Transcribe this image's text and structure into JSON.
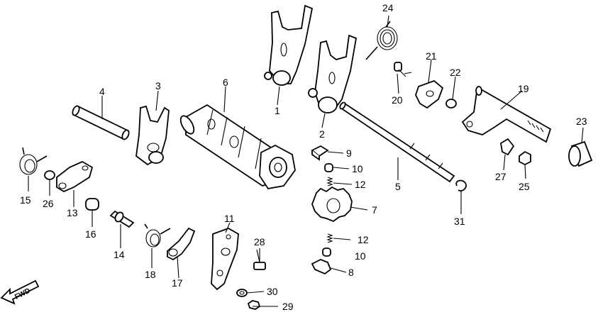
{
  "callouts": {
    "c1": "1",
    "c2": "2",
    "c3": "3",
    "c4": "4",
    "c5": "5",
    "c6": "6",
    "c7": "7",
    "c8": "8",
    "c9": "9",
    "c10a": "10",
    "c10b": "10",
    "c11": "11",
    "c12a": "12",
    "c12b": "12",
    "c13": "13",
    "c14": "14",
    "c15": "15",
    "c16": "16",
    "c17": "17",
    "c18": "18",
    "c19": "19",
    "c20": "20",
    "c21": "21",
    "c22": "22",
    "c23": "23",
    "c24": "24",
    "c25": "25",
    "c26": "26",
    "c27": "27",
    "c28": "28",
    "c29": "29",
    "c30": "30",
    "c31": "31"
  },
  "direction_label": "FWD"
}
